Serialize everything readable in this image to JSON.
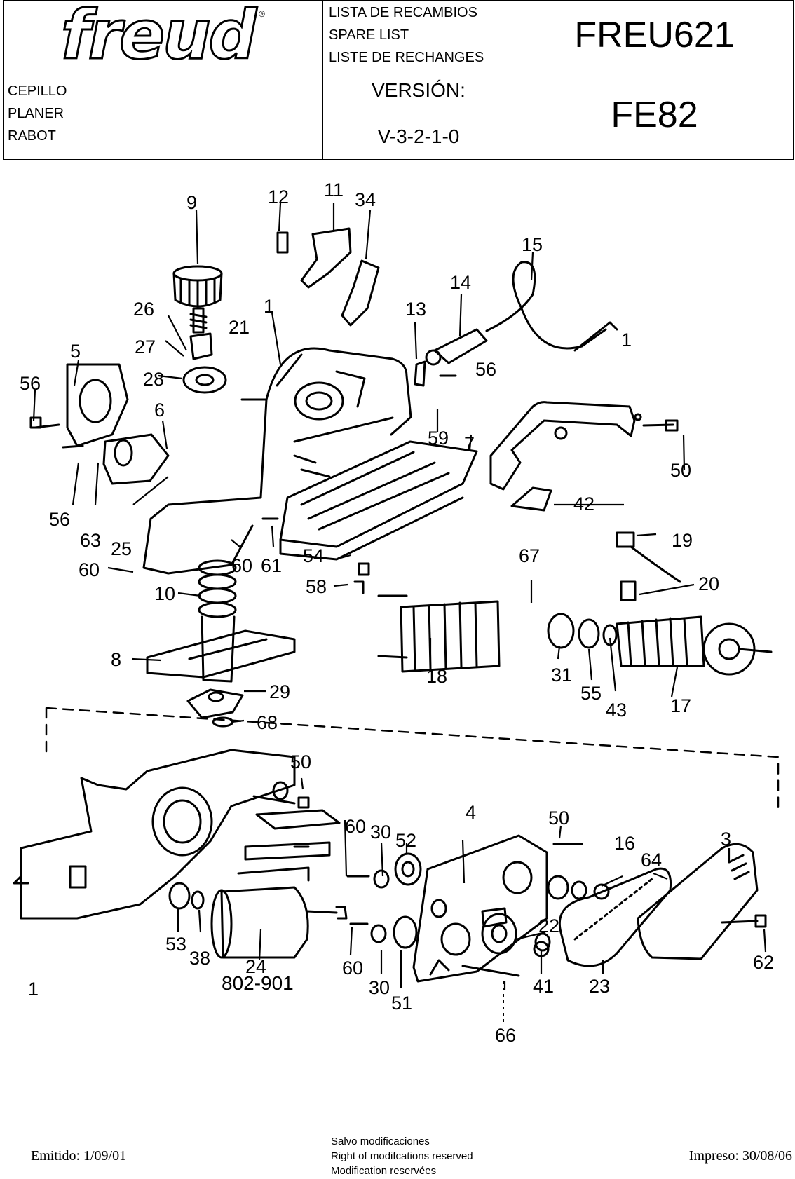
{
  "header": {
    "logo_text": "freud",
    "logo_mark": "®",
    "list_titles": [
      "LISTA DE RECAMBIOS",
      "SPARE LIST",
      "LISTE DE RECHANGES"
    ],
    "doc_code": "FREU621",
    "product_names": [
      "CEPILLO",
      "PLANER",
      "RABOT"
    ],
    "version_label": "VERSIÓN:",
    "version_value": "V-3-2-1-0",
    "model": "FE82"
  },
  "diagram": {
    "drawing_number": "802-901",
    "part_labels": [
      "9",
      "12",
      "11",
      "34",
      "15",
      "14",
      "13",
      "26",
      "21",
      "27",
      "28",
      "1",
      "5",
      "56",
      "6",
      "59",
      "7",
      "63",
      "25",
      "50",
      "42",
      "19",
      "20",
      "60",
      "61",
      "54",
      "67",
      "58",
      "10",
      "18",
      "31",
      "55",
      "43",
      "17",
      "8",
      "29",
      "68",
      "53",
      "38",
      "24",
      "30",
      "52",
      "4",
      "16",
      "64",
      "3",
      "62",
      "51",
      "41",
      "23",
      "22",
      "66"
    ]
  },
  "footer": {
    "issued": "Emitido: 1/09/01",
    "notes": [
      "Salvo modificaciones",
      "Right of modifcations reserved",
      "Modification reservées"
    ],
    "printed": "Impreso: 30/08/06"
  }
}
